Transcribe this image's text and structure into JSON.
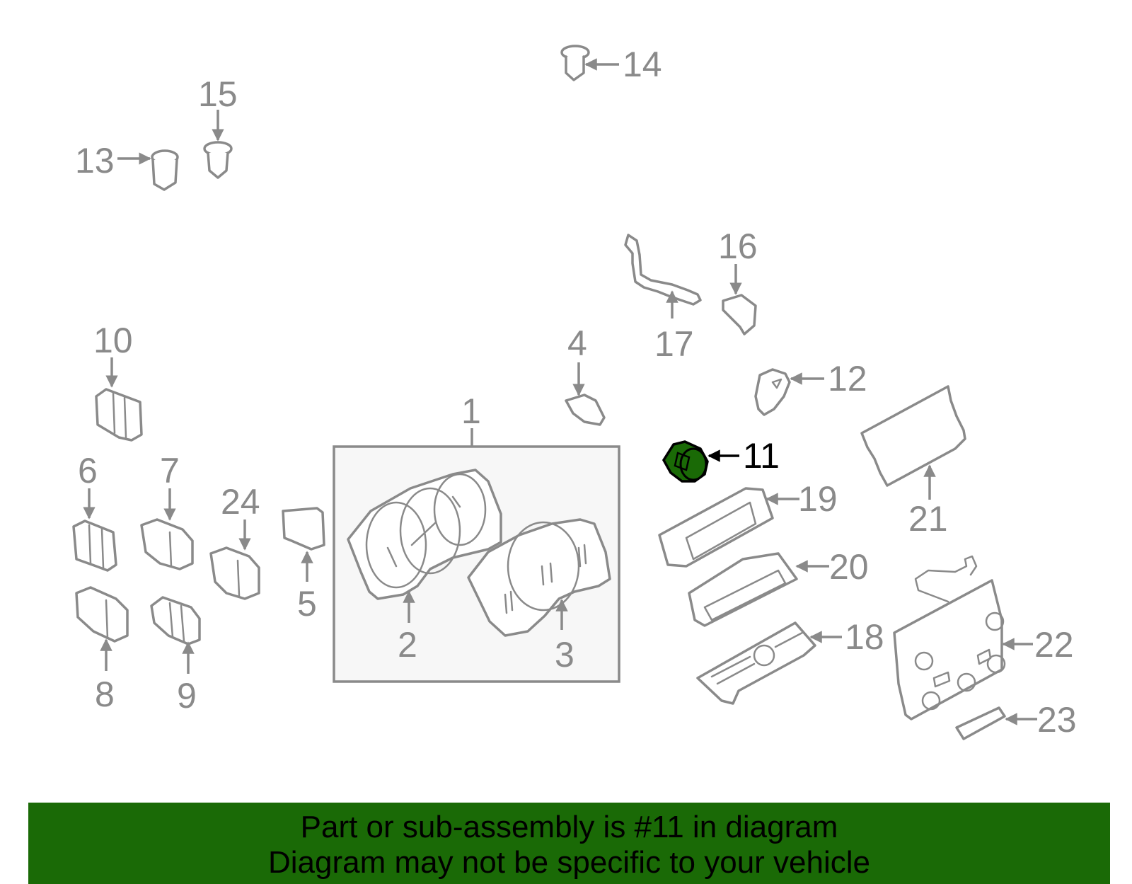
{
  "callouts": [
    "1",
    "2",
    "3",
    "4",
    "5",
    "6",
    "7",
    "8",
    "9",
    "10",
    "11",
    "12",
    "13",
    "14",
    "15",
    "16",
    "17",
    "18",
    "19",
    "20",
    "21",
    "22",
    "23",
    "24"
  ],
  "highlighted_part": "11",
  "highlight_color": "#1a6a06",
  "banner": {
    "line1": "Part or sub-assembly is #11 in diagram",
    "line2": "Diagram may not be specific to your vehicle"
  }
}
